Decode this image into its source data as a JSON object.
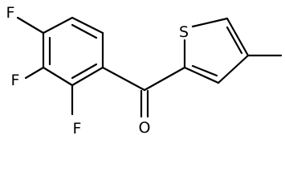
{
  "molecule": {
    "atoms": {
      "fluorine_top": "F",
      "fluorine_middle": "F",
      "fluorine_bottom": "F",
      "sulfur": "S",
      "oxygen": "O"
    }
  }
}
